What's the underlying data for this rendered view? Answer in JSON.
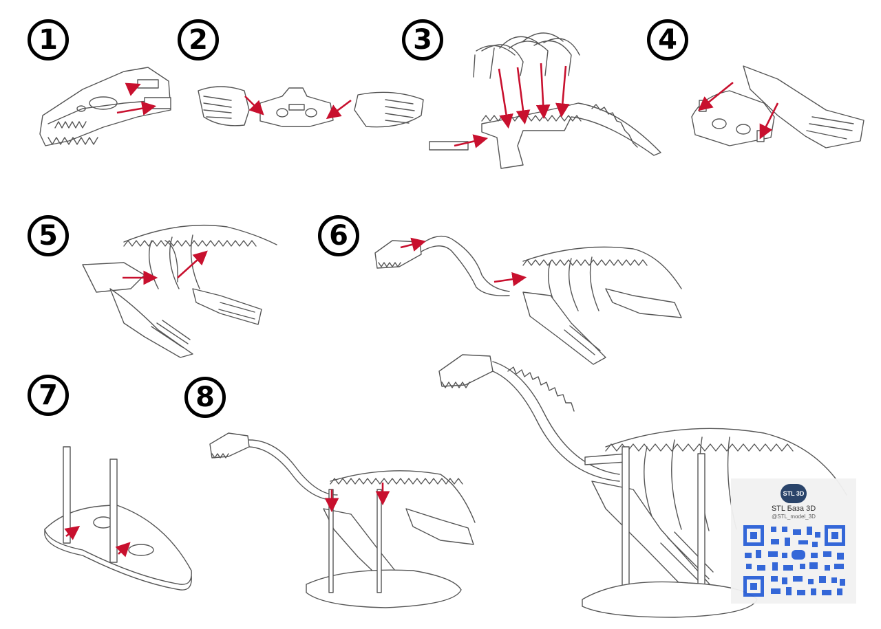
{
  "steps": [
    {
      "number": "1"
    },
    {
      "number": "2"
    },
    {
      "number": "3"
    },
    {
      "number": "4"
    },
    {
      "number": "5"
    },
    {
      "number": "6"
    },
    {
      "number": "7"
    },
    {
      "number": "8"
    }
  ],
  "colors": {
    "arrow": "#c8102e",
    "outline": "#555555",
    "background": "#ffffff",
    "qr": "#2a5fd6"
  },
  "watermark": {
    "logo_text": "STL 3D",
    "title": "STL База 3D",
    "handle": "@STL_model_3D"
  }
}
